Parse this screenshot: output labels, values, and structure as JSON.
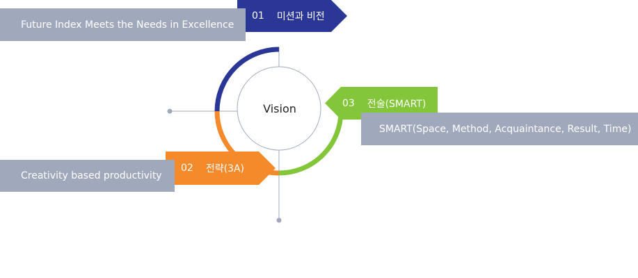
{
  "center": {
    "label": "Vision"
  },
  "items": [
    {
      "num": "01",
      "title": "미션과 비전",
      "description": "Future Index Meets the Needs in Excellence",
      "color": "#2b3796"
    },
    {
      "num": "02",
      "title": "전략(3A)",
      "description": "Creativity based productivity",
      "color": "#f48a2a"
    },
    {
      "num": "03",
      "title": "전술(SMART)",
      "description": "SMART(Space, Method, Acquaintance, Result, Time)",
      "color": "#83c63a"
    }
  ],
  "colors": {
    "box_gray": "#a0a9bc",
    "line_gray": "#a0a9bc"
  }
}
